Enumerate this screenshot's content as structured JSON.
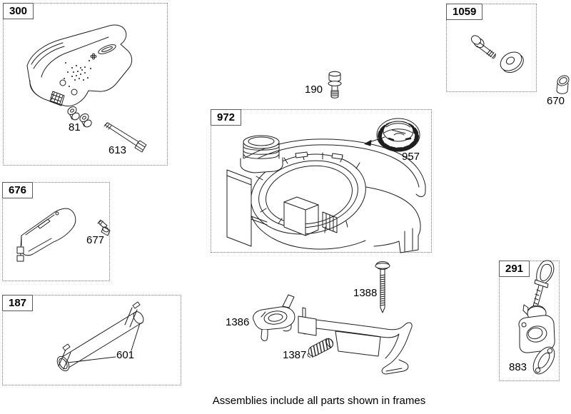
{
  "page": {
    "caption": "Assemblies include all parts shown in frames"
  },
  "frames": [
    {
      "label": "300"
    },
    {
      "label": "676"
    },
    {
      "label": "187"
    },
    {
      "label": "972"
    },
    {
      "label": "1059"
    },
    {
      "label": "291"
    }
  ],
  "part_labels": [
    {
      "label": "81"
    },
    {
      "label": "613"
    },
    {
      "label": "677"
    },
    {
      "label": "601"
    },
    {
      "label": "190"
    },
    {
      "label": "957"
    },
    {
      "label": "670"
    },
    {
      "label": "1388"
    },
    {
      "label": "1386"
    },
    {
      "label": "1387"
    },
    {
      "label": "883"
    }
  ],
  "colors": {
    "line_art": "#1e1e1e",
    "frame_border": "#7a7a7a",
    "background": "#ffffff"
  }
}
